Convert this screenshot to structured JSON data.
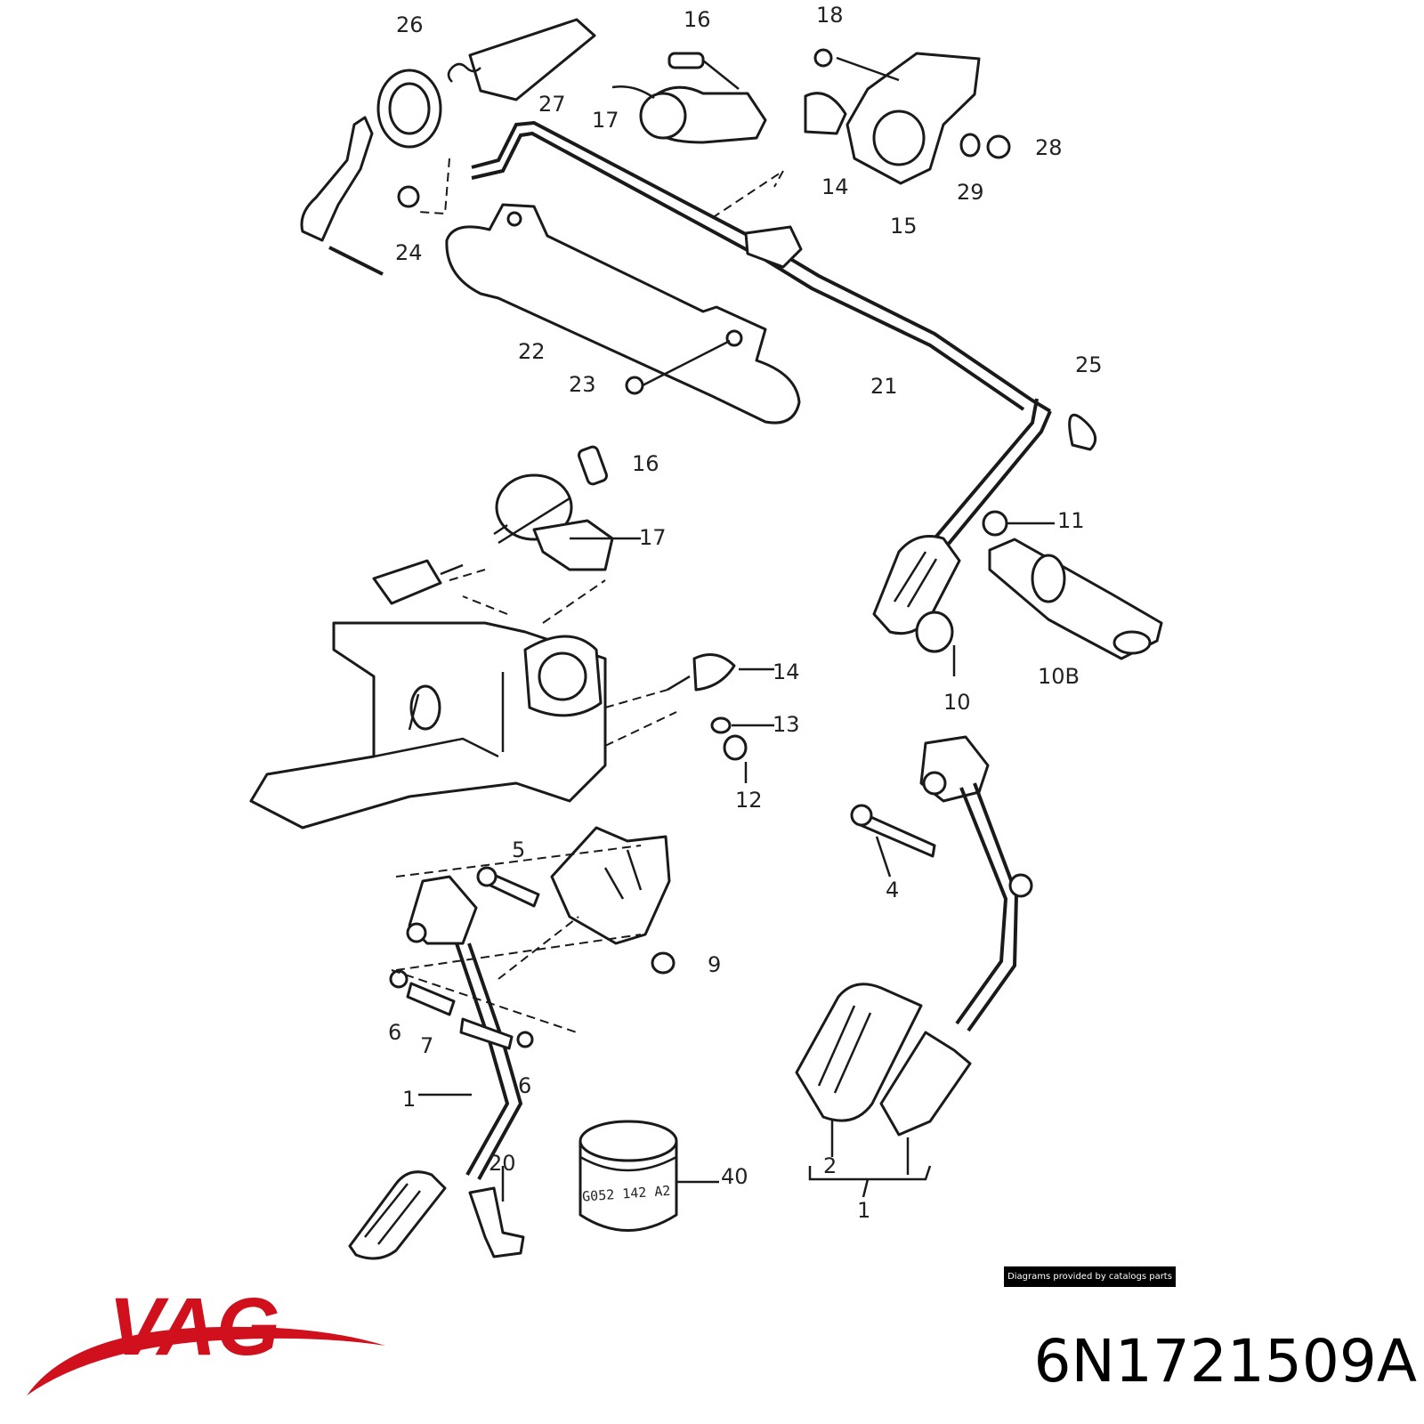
{
  "brand": {
    "name": "VAG",
    "color": "#d0101d"
  },
  "part_number": "6N1721509A",
  "credit": "Diagrams provided by catalogs parts",
  "stamp_text": "G052 142 A2",
  "callouts": [
    "26",
    "27",
    "16",
    "18",
    "17",
    "14",
    "28",
    "29",
    "15",
    "24",
    "22",
    "23",
    "21",
    "25",
    "16",
    "17",
    "11",
    "10B",
    "10",
    "14",
    "13",
    "12",
    "5",
    "4",
    "9",
    "6",
    "7",
    "6",
    "1",
    "20",
    "40",
    "2",
    "1"
  ]
}
